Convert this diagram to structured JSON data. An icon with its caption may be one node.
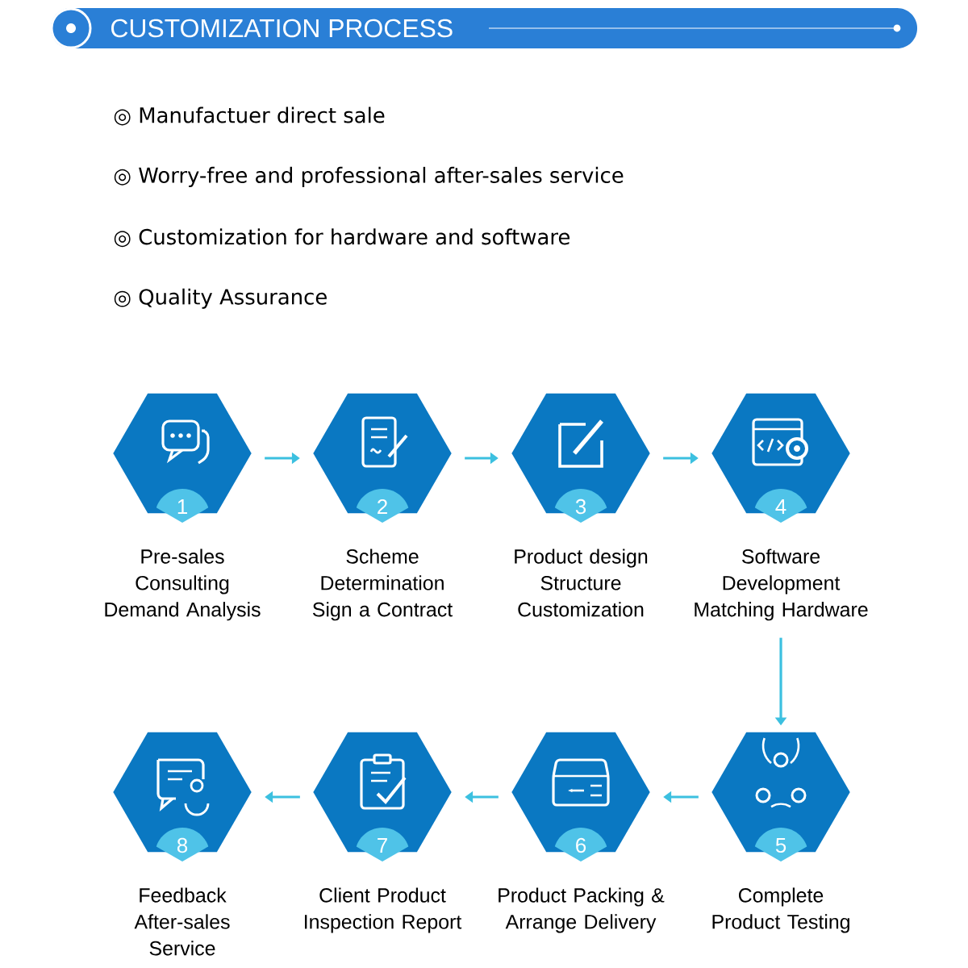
{
  "diagram": {
    "title": "CUSTOMIZATION PROCESS",
    "nodes": [
      {
        "text": [
          "1",
          "Pre-sales Consulting Demand Analysis"
        ]
      },
      {
        "text": [
          "2",
          "Scheme Determination Sign a Contract"
        ]
      },
      {
        "text": [
          "3",
          "Product design Structure Customization"
        ]
      },
      {
        "text": [
          "4",
          "Software Development Matching Hardware"
        ]
      },
      {
        "text": [
          "5",
          "Complete Product Testing"
        ]
      },
      {
        "text": [
          "6",
          "Product Packing & Arrange Delivery"
        ]
      },
      {
        "text": [
          "7",
          "Client Product Inspection Report"
        ]
      },
      {
        "text": [
          "8",
          "Feedback After-sales Service"
        ]
      }
    ],
    "edges": [
      {
        "from": 0,
        "to": 1,
        "arrow": "to"
      },
      {
        "from": 1,
        "to": 2,
        "arrow": "to"
      },
      {
        "from": 2,
        "to": 3,
        "arrow": "to"
      },
      {
        "from": 3,
        "to": 4,
        "arrow": "to"
      },
      {
        "from": 4,
        "to": 5,
        "arrow": "to"
      },
      {
        "from": 5,
        "to": 6,
        "arrow": "to"
      },
      {
        "from": 6,
        "to": 7,
        "arrow": "to"
      }
    ],
    "labels": [
      "◎ Manufactuer direct sale",
      "◎ Worry-free and professional after-sales service",
      "◎ Customization for hardware and software",
      "◎ Quality Assurance"
    ]
  }
}
